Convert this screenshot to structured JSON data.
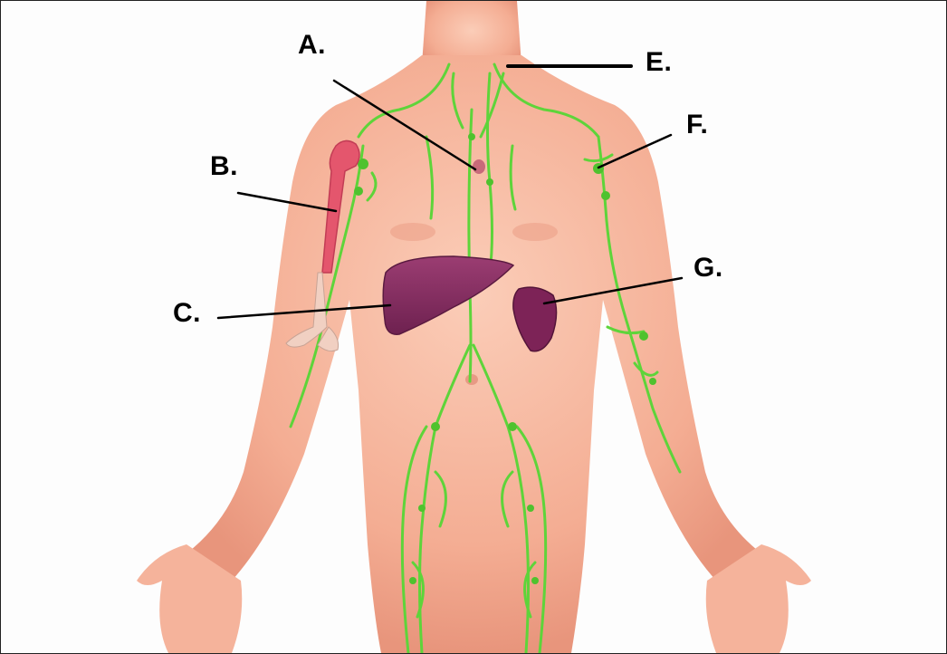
{
  "labels": {
    "a": "A.",
    "b": "B.",
    "c": "C.",
    "e": "E.",
    "f": "F.",
    "g": "G."
  },
  "colors": {
    "skin": "#f6b69c",
    "skin_shade": "#e99a82",
    "lymph": "#5ed43a",
    "organ": "#8a2f63",
    "bone": "#d9405c",
    "leader": "#000000"
  }
}
